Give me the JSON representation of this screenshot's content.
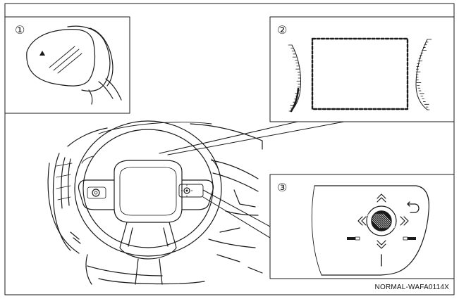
{
  "callouts": {
    "mirror_panel": "①",
    "camera_panel": "②",
    "switch_panel": "③"
  },
  "figure_code": "NORMAL-WAFA0114X",
  "colors": {
    "line": "#1a1a1a",
    "background": "#ffffff"
  },
  "icons": {
    "warning": "triangle-icon",
    "back": "back-arrow-icon",
    "up": "chevron-up-icon",
    "down": "chevron-down-icon",
    "left": "chevron-left-icon",
    "right": "chevron-right-icon"
  }
}
